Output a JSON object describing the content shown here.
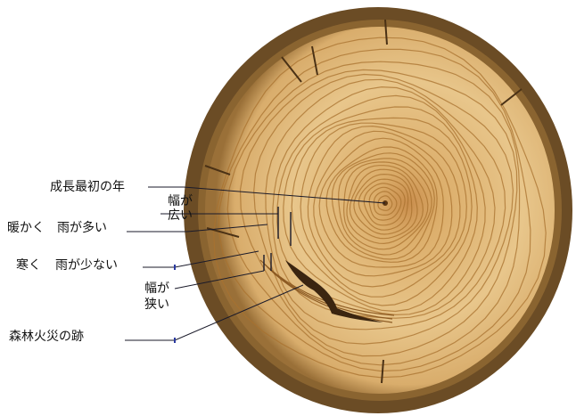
{
  "labels": {
    "first_year": "成長最初の年",
    "wide_line1": "幅が",
    "wide_line2": "広い",
    "warm": "暖かく",
    "much_rain": "雨が多い",
    "cold": "寒く",
    "little_rain": "雨が少ない",
    "narrow_line1": "幅が",
    "narrow_line2": "狭い",
    "fire_scar": "森林火災の跡"
  },
  "colors": {
    "wood_light": "#e6c184",
    "wood_mid": "#d9a863",
    "ring": "#b07a38",
    "bark": "#5a4020",
    "scar": "#3b2510",
    "leader": "#1a1a2a",
    "marker": "#2a3aa0"
  }
}
